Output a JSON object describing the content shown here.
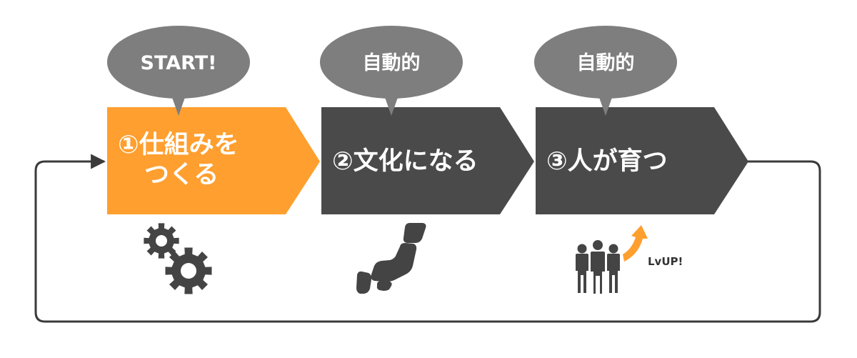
{
  "colors": {
    "orange": "#FF9F2F",
    "dark": "#4A4A4A",
    "bubble": "#7E7E7E",
    "loop_line": "#3A3A3A",
    "icon": "#444444",
    "text_on_dark": "#FFFFFF",
    "lvup_text": "#333333"
  },
  "bubbles": [
    {
      "label": "START!"
    },
    {
      "label": "自動的"
    },
    {
      "label": "自動的"
    }
  ],
  "steps": [
    {
      "lines": [
        "①仕組みを",
        "つくる"
      ],
      "color": "orange",
      "highlighted": true
    },
    {
      "lines": [
        "②文化になる"
      ],
      "color": "dark",
      "highlighted": false
    },
    {
      "lines": [
        "③人が育つ"
      ],
      "color": "dark",
      "highlighted": false
    }
  ],
  "icons": [
    {
      "name": "gears-icon"
    },
    {
      "name": "japan-map-icon"
    },
    {
      "name": "people-lvup-icon",
      "arrow_icon": "up-arrow-icon",
      "label": "LvUP!"
    }
  ],
  "loop": {
    "icon": "loop-arrow-icon",
    "direction": "return-to-start"
  }
}
